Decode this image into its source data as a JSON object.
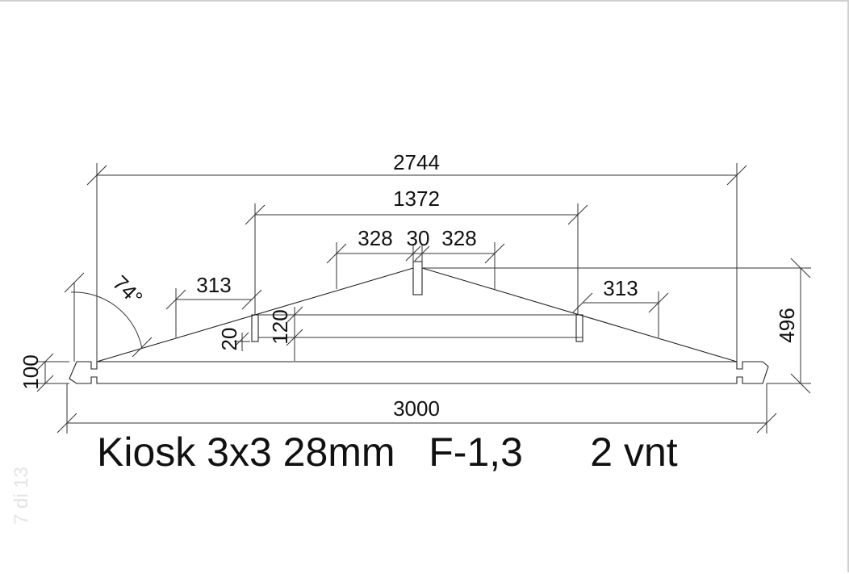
{
  "drawing": {
    "title": "Kiosk 3x3 28mm   F-1,3      2 vnt",
    "dimensions": {
      "overall_top": "2744",
      "middle_span": "1372",
      "peak_left": "328",
      "peak_center": "30",
      "peak_right": "328",
      "left_segment": "313",
      "right_segment": "313",
      "small_height": "20",
      "mid_height": "120",
      "base_height": "100",
      "total_height": "496",
      "base_length": "3000",
      "angle": "74°"
    }
  },
  "viewer": {
    "page_indicator": "7 di 13"
  }
}
